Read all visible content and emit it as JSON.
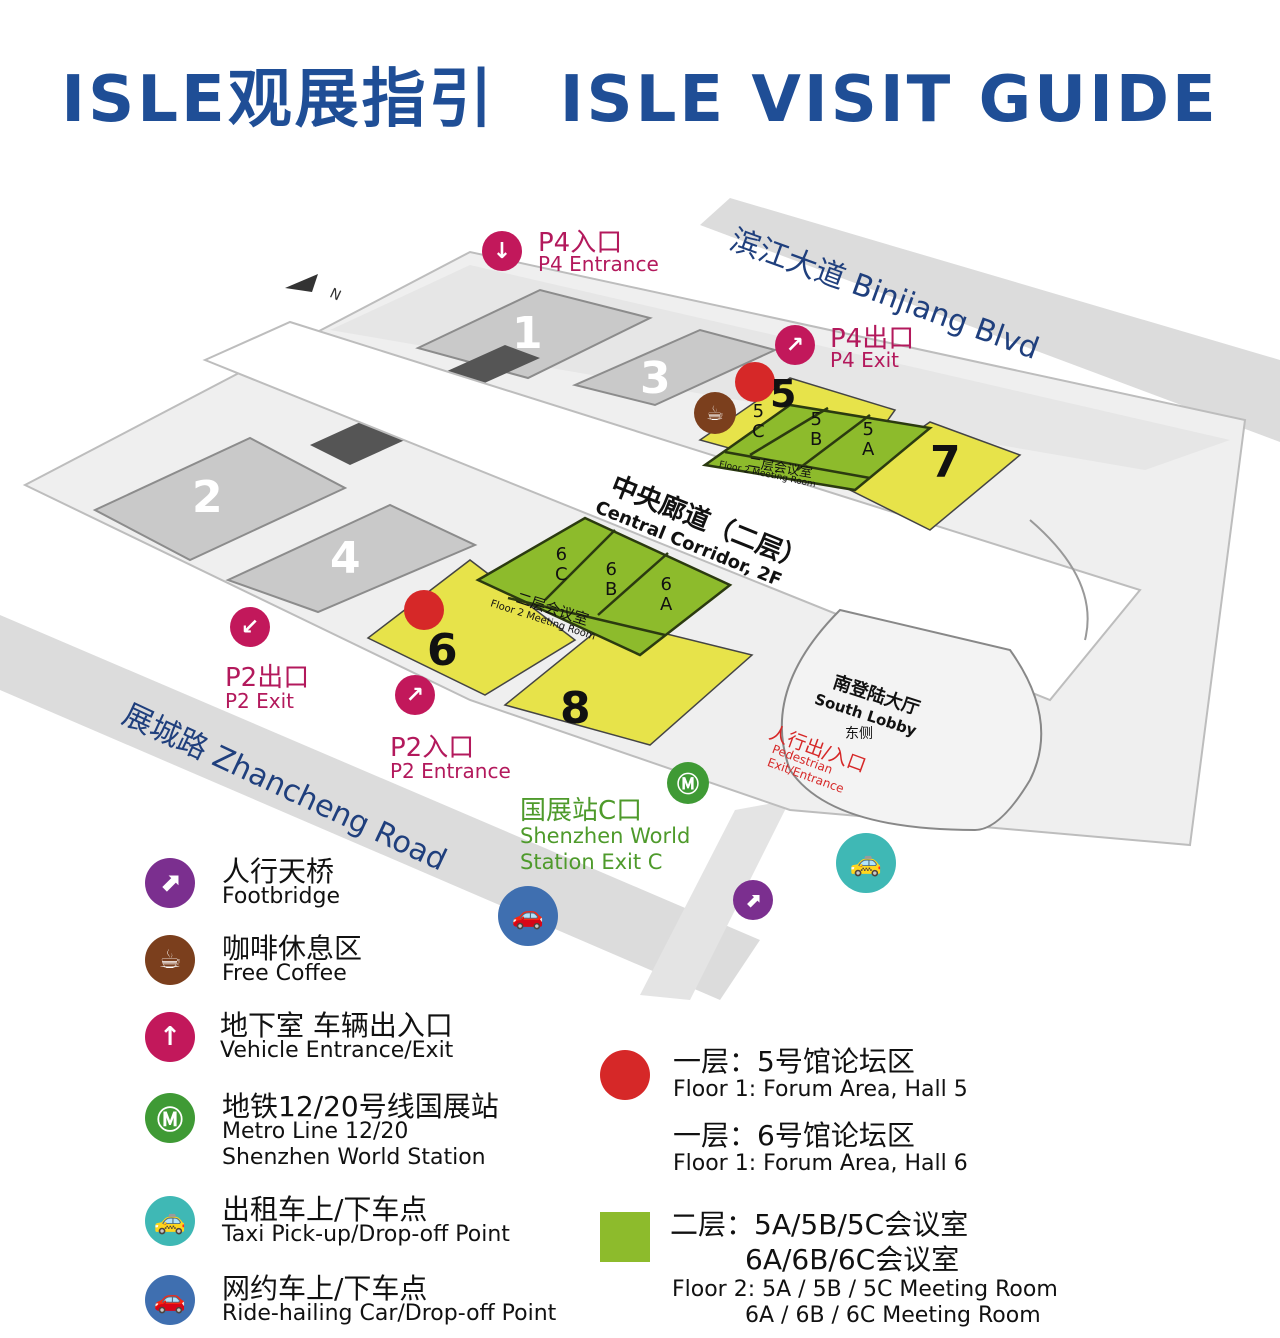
{
  "title": {
    "zh": "ISLE观展指引",
    "en": "ISLE VISIT GUIDE"
  },
  "compass": "N",
  "roads": {
    "binjiang": "滨江大道 Binjiang Blvd",
    "zhancheng": "展城路 Zhancheng Road"
  },
  "halls": {
    "h1": "1",
    "h2": "2",
    "h3": "3",
    "h4": "4",
    "h5": "5",
    "h6": "6",
    "h7": "7",
    "h8": "8"
  },
  "rooms": {
    "r5c": "5\nC",
    "r5b": "5\nB",
    "r5a": "5\nA",
    "r6c": "6\nC",
    "r6b": "6\nB",
    "r6a": "6\nA",
    "meeting_zh": "二层会议室",
    "meeting_en": "Floor 2 Meeting Room"
  },
  "corridor": {
    "zh": "中央廊道（二层）",
    "en": "Central Corridor, 2F"
  },
  "lobby": {
    "zh": "南登陆大厅",
    "en": "South Lobby",
    "side": "东侧",
    "ped_zh": "人行出/入口",
    "ped_en": "Pedestrian Exit/Entrance"
  },
  "entrances": {
    "p4_in_zh": "P4入口",
    "p4_in_en": "P4 Entrance",
    "p4_out_zh": "P4出口",
    "p4_out_en": "P4 Exit",
    "p2_out_zh": "P2出口",
    "p2_out_en": "P2 Exit",
    "p2_in_zh": "P2入口",
    "p2_in_en": "P2 Entrance"
  },
  "metro_exit": {
    "zh": "国展站C口",
    "en1": "Shenzhen World",
    "en2": "Station Exit C"
  },
  "legend": {
    "footbridge": {
      "zh": "人行天桥",
      "en": "Footbridge"
    },
    "coffee": {
      "zh": "咖啡休息区",
      "en": "Free Coffee"
    },
    "vehicle": {
      "zh": "地下室 车辆出入口",
      "en": "Vehicle Entrance/Exit"
    },
    "metro": {
      "zh": "地铁12/20号线国展站",
      "en1": "Metro Line 12/20",
      "en2": "Shenzhen World Station"
    },
    "taxi": {
      "zh": "出租车上/下车点",
      "en": "Taxi Pick-up/Drop-off Point"
    },
    "ride": {
      "zh": "网约车上/下车点",
      "en": "Ride-hailing Car/Drop-off Point"
    },
    "forum5": {
      "zh": "一层：5号馆论坛区",
      "en": "Floor 1: Forum Area, Hall 5"
    },
    "forum6": {
      "zh": "一层：6号馆论坛区",
      "en": "Floor 1: Forum Area, Hall 6"
    },
    "meeting": {
      "zh1": "二层：5A/5B/5C会议室",
      "zh2": "6A/6B/6C会议室",
      "en1": "Floor 2: 5A / 5B / 5C Meeting Room",
      "en2": "6A / 6B / 6C Meeting Room"
    }
  },
  "colors": {
    "title": "#1f4e96",
    "magenta": "#c2185b",
    "forum": "#d62828",
    "meeting": "#8dbb2c",
    "yellow": "#e7e34a",
    "coffee": "#7b3f1d",
    "metro": "#3f9a35",
    "taxi": "#3fb8b5",
    "ride": "#3f6fb0",
    "footbridge": "#7b2f8f"
  }
}
